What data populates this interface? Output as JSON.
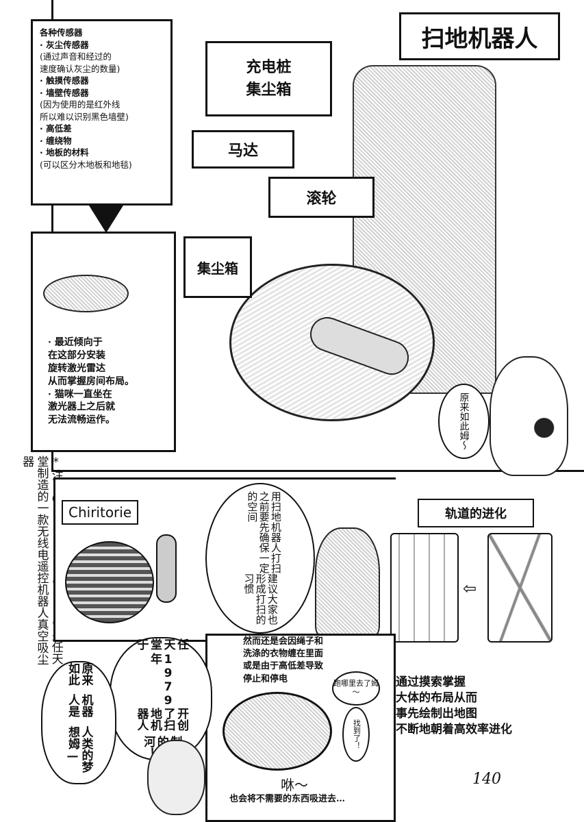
{
  "title": "扫地机器人",
  "labels": {
    "dock": "充电桩\n集尘箱",
    "motor": "马达",
    "roller": "滚轮",
    "dustbox": "集尘箱"
  },
  "sensors": {
    "heading": "各种传感器",
    "items": [
      {
        "name": "· 灰尘传感器",
        "note": "(通过声音和经过的\n速度确认灰尘的数量)"
      },
      {
        "name": "· 触摸传感器",
        "note": ""
      },
      {
        "name": "· 墙壁传感器",
        "note": "(因为使用的是红外线\n所以难以识别黑色墙壁)"
      },
      {
        "name": "· 高低差",
        "note": ""
      },
      {
        "name": "· 缠绕物",
        "note": ""
      },
      {
        "name": "· 地板的材料",
        "note": "(可以区分木地板和地毯)"
      }
    ]
  },
  "inset_caption": "· 最近倾向于\n在这部分安装\n旋转激光雷达\n从而掌握房间布局。\n· 猫咪一直坐在\n激光器上之后就\n无法流畅运作。",
  "cat_bubble": [
    "原来如此",
    "姆～"
  ],
  "side_note": "*注：Chiritorie是任天堂制造的一款无线电遥控机器人真空吸尘器",
  "chiritorie_label": "Chiritorie",
  "woman_bubbles": [
    "用扫地机器人打扫之前要先确保一定的空间",
    "建议大家也形成打扫的习惯"
  ],
  "evolution_title": "轨道的进化",
  "evolution_arrow": "⇦",
  "evolution_caption": "通过摸索掌握\n大体的布局从而\n事先绘制出地图\n不断地朝着高效率进化",
  "nintendo_bubble": [
    "任天堂于",
    "1979年",
    "开创了扫地机器人",
    "制造的先河！"
  ],
  "dream_bubble": [
    "原来如此",
    "机器人是",
    "人类的梦想姆—"
  ],
  "stuck_caption": "然而还是会因绳子和\n洗涤的衣物缠在里面\n或是由于高低差导致\n停止和停电",
  "small_bubbles": [
    "跑哪里去了姆～",
    "找到了！"
  ],
  "sfx": "咻～",
  "suck_caption": "也会将不需要的东西吸进去…",
  "page_number": "140"
}
